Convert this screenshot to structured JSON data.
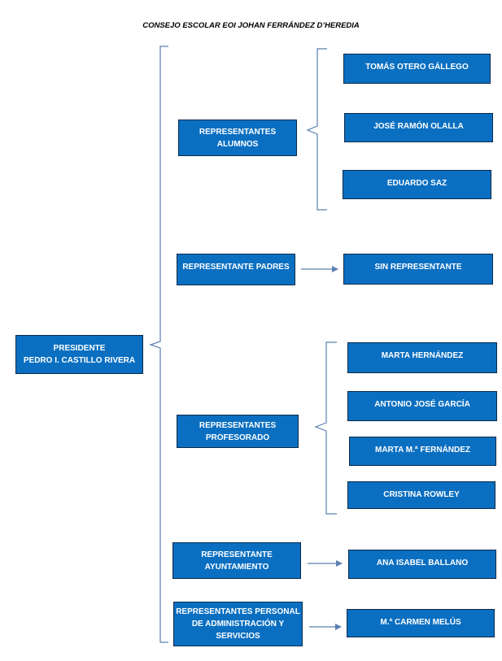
{
  "title": "CONSEJO ESCOLAR EOI JOHAN FERRÁNDEZ D’HEREDIA",
  "colors": {
    "box_fill": "#0b6fc1",
    "box_border": "#0b2a4a",
    "connector": "#5b7fb0"
  },
  "president": {
    "role": "PRESIDENTE",
    "name": "PEDRO I. CASTILLO RIVERA"
  },
  "groups": {
    "alumnos": {
      "label_line1": "REPRESENTANTES",
      "label_line2": "ALUMNOS",
      "members": [
        "TOMÁS OTERO GÁLLEGO",
        "JOSÉ RAMÓN OLALLA",
        "EDUARDO SAZ"
      ]
    },
    "padres": {
      "label": "REPRESENTANTE PADRES",
      "members": [
        "SIN REPRESENTANTE"
      ]
    },
    "profesorado": {
      "label_line1": "REPRESENTANTES",
      "label_line2": "PROFESORADO",
      "members": [
        "MARTA HERNÁNDEZ",
        "ANTONIO JOSÉ GARCÍA",
        "MARTA M.ª FERNÁNDEZ",
        "CRISTINA ROWLEY"
      ]
    },
    "ayuntamiento": {
      "label_line1": "REPRESENTANTE",
      "label_line2": "AYUNTAMIENTO",
      "members": [
        "ANA ISABEL BALLANO"
      ]
    },
    "administracion": {
      "label_line1": "REPRESENTANTES PERSONAL",
      "label_line2": "DE ADMINISTRACIÓN Y",
      "label_line3": "SERVICIOS",
      "members": [
        "M.ª CARMEN MELÚS"
      ]
    }
  }
}
